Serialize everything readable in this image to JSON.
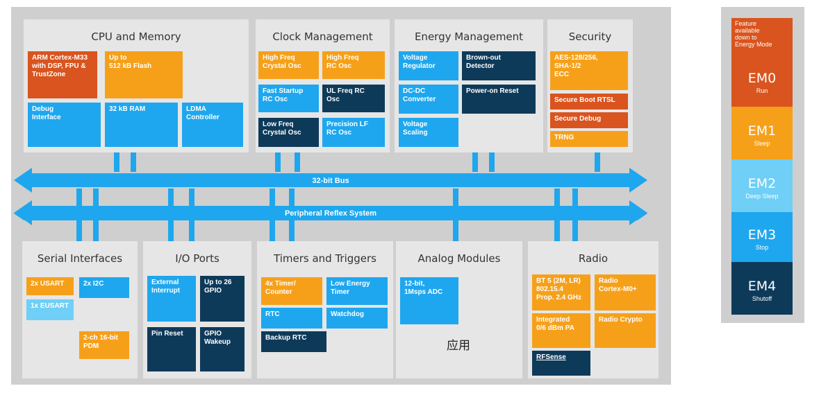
{
  "panels": {
    "cpu": {
      "title": "CPU and Memory",
      "blocks": [
        {
          "label": "ARM Cortex-M33\nwith DSP, FPU &\nTrustZone"
        },
        {
          "label": "Up to\n512 kB Flash"
        },
        {
          "label": "Debug\nInterface"
        },
        {
          "label": "32 kB RAM"
        },
        {
          "label": "LDMA\nController"
        }
      ]
    },
    "clock": {
      "title": "Clock Management",
      "blocks": [
        {
          "label": "High Freq\nCrystal Osc"
        },
        {
          "label": "High Freq\nRC Osc"
        },
        {
          "label": "Fast Startup\nRC Osc"
        },
        {
          "label": "UL Freq RC\nOsc"
        },
        {
          "label": "Low Freq\nCrystal Osc"
        },
        {
          "label": "Precision LF\nRC Osc"
        }
      ]
    },
    "energy": {
      "title": "Energy Management",
      "blocks": [
        {
          "label": "Voltage\nRegulator"
        },
        {
          "label": "Brown-out\nDetector"
        },
        {
          "label": "DC-DC\nConverter"
        },
        {
          "label": "Power-on Reset"
        },
        {
          "label": "Voltage\nScaling"
        }
      ]
    },
    "security": {
      "title": "Security",
      "blocks": [
        {
          "label": "AES-128/256,\nSHA-1/2\nECC"
        },
        {
          "label": "Secure Boot RTSL"
        },
        {
          "label": "Secure Debug"
        },
        {
          "label": "TRNG"
        }
      ]
    },
    "serial": {
      "title": "Serial Interfaces",
      "blocks": [
        {
          "label": "2x USART"
        },
        {
          "label": "2x I2C"
        },
        {
          "label": "1x EUSART"
        },
        {
          "label": "2-ch 16-bit\nPDM"
        }
      ]
    },
    "io": {
      "title": "I/O Ports",
      "blocks": [
        {
          "label": "External\nInterrupt"
        },
        {
          "label": "Up to 26\nGPIO"
        },
        {
          "label": "Pin Reset"
        },
        {
          "label": "GPIO\nWakeup"
        }
      ]
    },
    "timers": {
      "title": "Timers and Triggers",
      "blocks": [
        {
          "label": "4x Timer/\nCounter"
        },
        {
          "label": "Low Energy\nTimer"
        },
        {
          "label": "RTC"
        },
        {
          "label": "Watchdog"
        },
        {
          "label": "Backup RTC"
        }
      ]
    },
    "analog": {
      "title": "Analog Modules",
      "blocks": [
        {
          "label": "12-bit,\n1Msps ADC"
        }
      ]
    },
    "radio": {
      "title": "Radio",
      "blocks": [
        {
          "label": "BT 5 (2M, LR)\n802.15.4\nProp. 2.4 GHz"
        },
        {
          "label": "Radio\nCortex-M0+"
        },
        {
          "label": "Integrated\n0/6 dBm PA"
        },
        {
          "label": "Radio Crypto"
        },
        {
          "label": "RFSense"
        }
      ]
    }
  },
  "buses": {
    "main": "32-bit Bus",
    "peripheral": "Peripheral Reflex System"
  },
  "note": "应用",
  "legend": {
    "header": "Feature\navailable\ndown to\nEnergy Mode",
    "modes": [
      {
        "name": "EM0",
        "desc": "Run"
      },
      {
        "name": "EM1",
        "desc": "Sleep"
      },
      {
        "name": "EM2",
        "desc": "Deep Sleep"
      },
      {
        "name": "EM3",
        "desc": "Stop"
      },
      {
        "name": "EM4",
        "desc": "Shutoff"
      }
    ]
  },
  "colors": {
    "em0": "#d9541e",
    "em1": "#f6a01a",
    "em2": "#6fcff6",
    "em3": "#1ea7ee",
    "em4": "#0e3a5a"
  }
}
